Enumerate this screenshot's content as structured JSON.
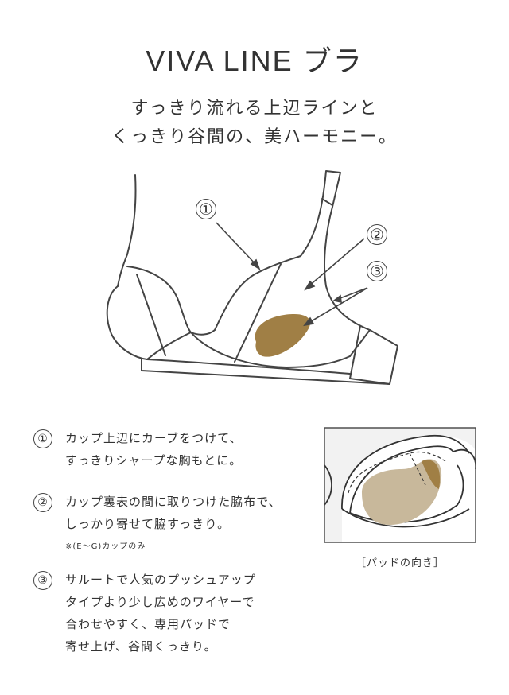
{
  "header": {
    "title": "VIVA LINE ブラ",
    "subtitle_line1": "すっきり流れる上辺ラインと",
    "subtitle_line2": "くっきり谷間の、美ハーモニー。"
  },
  "diagram": {
    "callouts": [
      "①",
      "②",
      "③"
    ],
    "pad_color": "#a07f45",
    "line_color": "#444444"
  },
  "features": [
    {
      "num": "①",
      "lines": [
        "カップ上辺にカーブをつけて、",
        "すっきりシャープな胸もとに。"
      ]
    },
    {
      "num": "②",
      "lines": [
        "カップ裏表の間に取りつけた脇布で、",
        "しっかり寄せて脇すっきり。"
      ],
      "note": "※(E〜G)カップのみ"
    },
    {
      "num": "③",
      "lines": [
        "サルートで人気のプッシュアップ",
        "タイプより少し広めのワイヤーで",
        "合わせやすく、専用パッドで",
        "寄せ上げ、谷間くっきり。"
      ]
    }
  ],
  "pad_inset": {
    "caption": "［パッドの向き］",
    "pad_color": "#c8b89b",
    "pad_edge_color": "#a07f45"
  }
}
